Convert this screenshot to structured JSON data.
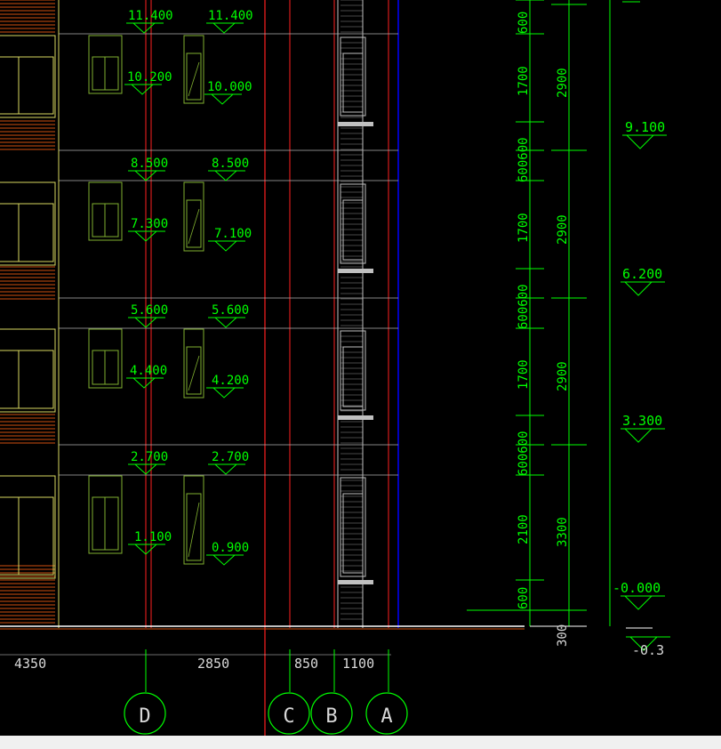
{
  "drawing": {
    "colors": {
      "green": "#00ff00",
      "red": "#ff2020",
      "white": "#d8d8d8",
      "yellow": "#d8d860",
      "blue": "#0000ff",
      "orange": "#d05010",
      "olive": "#80b030"
    },
    "floor_levels": [
      {
        "left": "11.400",
        "right": "11.400"
      },
      {
        "left": "8.500",
        "right": "8.500"
      },
      {
        "left": "5.600",
        "right": "5.600"
      },
      {
        "left": "2.700",
        "right": "2.700"
      }
    ],
    "sill_levels": [
      {
        "left": "10.200",
        "right": "10.000"
      },
      {
        "left": "7.300",
        "right": "7.100"
      },
      {
        "left": "4.400",
        "right": "4.200"
      },
      {
        "left": "1.100",
        "right": "0.900"
      }
    ],
    "right_elevations": [
      "9.100",
      "6.200",
      "3.300",
      "-0.000",
      "-0.3"
    ],
    "dims_inner": [
      "600",
      "1700",
      "600600",
      "1700",
      "600600",
      "1700",
      "600600",
      "2100",
      "600",
      "300"
    ],
    "dims_outer": [
      "2900",
      "2900",
      "2900",
      "3300"
    ],
    "dims_bottom": [
      "4350",
      "2850",
      "850",
      "1100"
    ],
    "axes": [
      "D",
      "C",
      "B",
      "A"
    ]
  }
}
